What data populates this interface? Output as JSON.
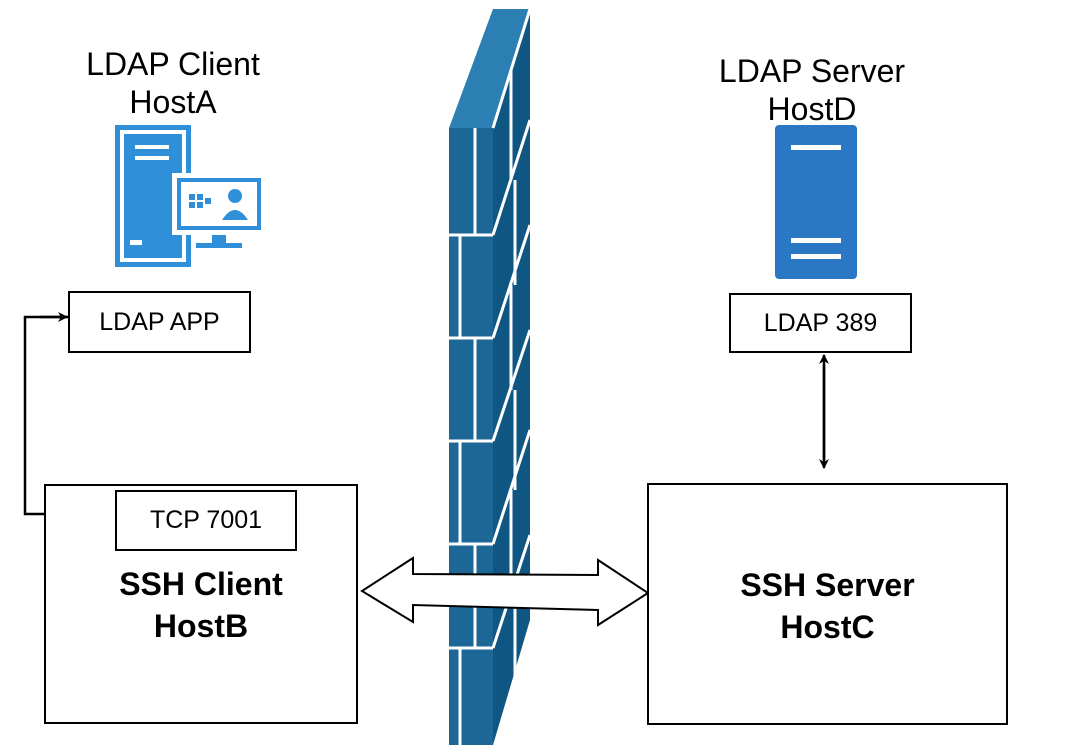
{
  "ldap_client": {
    "title_line1": "LDAP Client",
    "title_line2": "HostA",
    "icon": "server-workstation-icon"
  },
  "ldap_server": {
    "title_line1": "LDAP Server",
    "title_line2": "HostD",
    "icon": "server-tower-icon"
  },
  "boxes": {
    "ldap_app": "LDAP APP",
    "ldap_port": "LDAP 389",
    "tcp_port": "TCP 7001",
    "ssh_client_line1": "SSH Client",
    "ssh_client_line2": "HostB",
    "ssh_server_line1": "SSH Server",
    "ssh_server_line2": "HostC"
  },
  "colors": {
    "firewall_front": "#1d6797",
    "firewall_side": "#0f5683",
    "firewall_mortar": "#ffffff",
    "server_blue": "#2a77c4",
    "icon_blue": "#2f8fd8"
  }
}
